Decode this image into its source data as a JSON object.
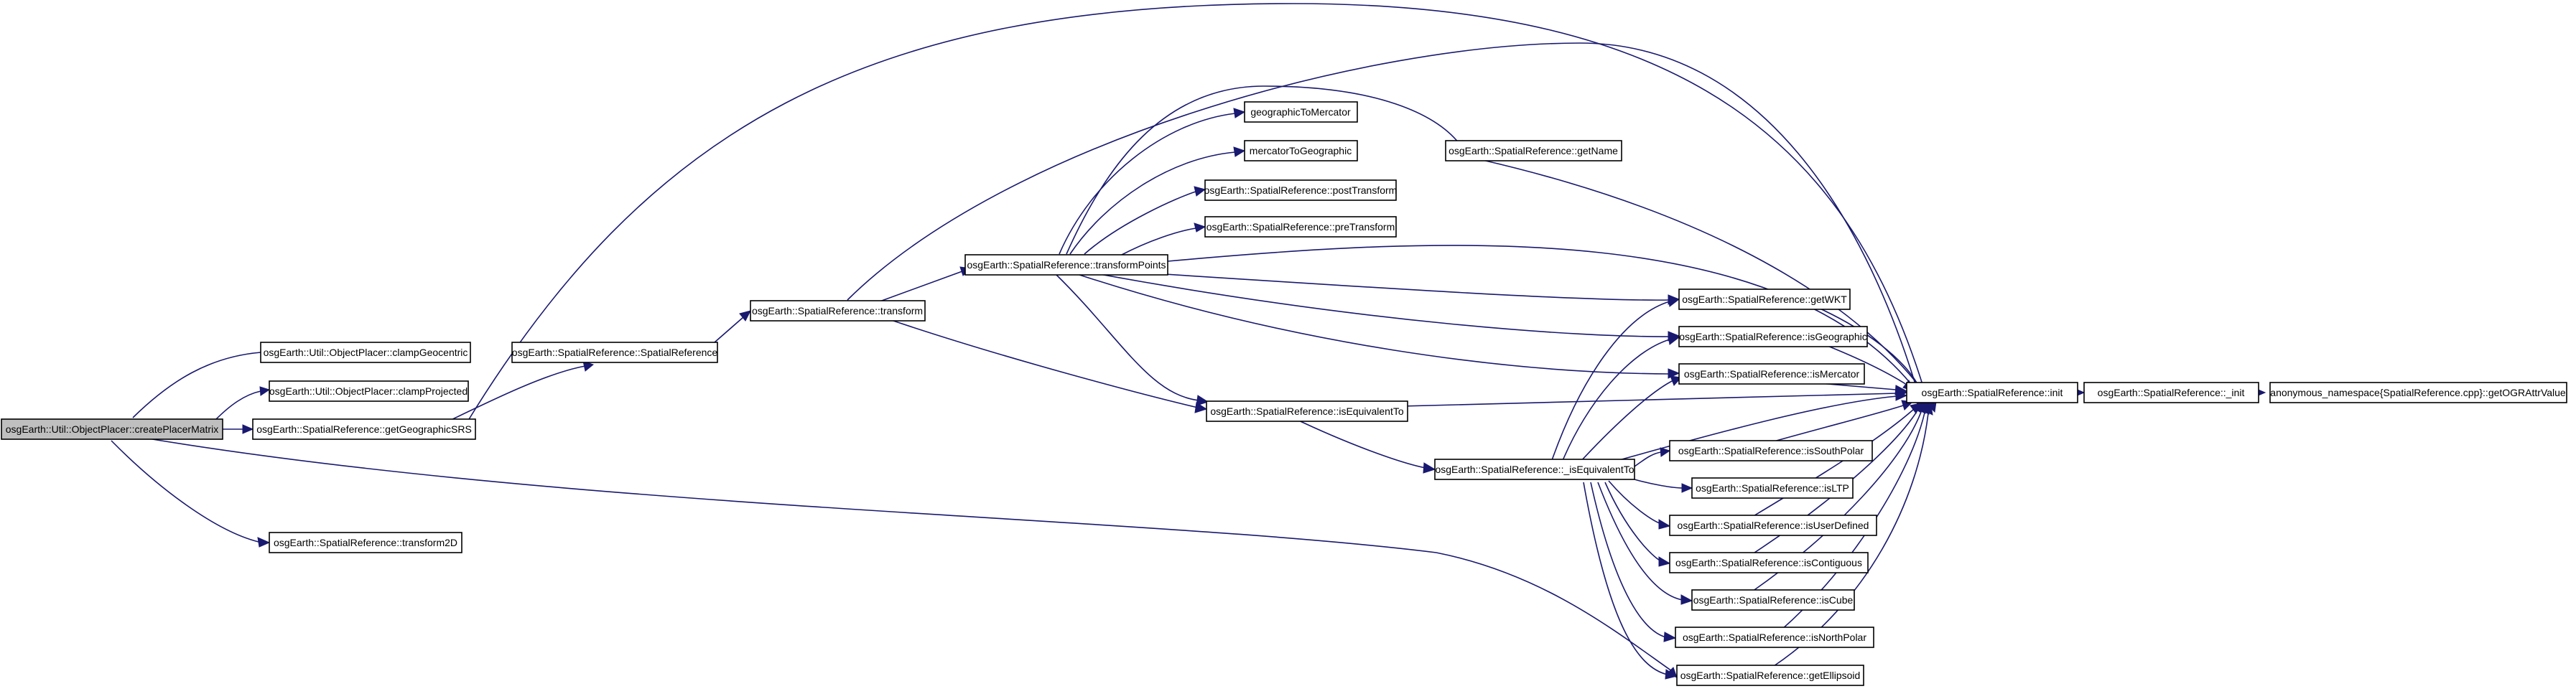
{
  "colors": {
    "root_fill": "#bfbfbf",
    "node_fill": "#ffffff",
    "edge": "#191970",
    "border": "#000000"
  },
  "nodes": {
    "createPlacerMatrix": "osgEarth::Util::ObjectPlacer::createPlacerMatrix",
    "clampGeocentric": "osgEarth::Util::ObjectPlacer::clampGeocentric",
    "clampProjected": "osgEarth::Util::ObjectPlacer::clampProjected",
    "getGeographicSRS": "osgEarth::SpatialReference::getGeographicSRS",
    "transform2D": "osgEarth::SpatialReference::transform2D",
    "SpatialReference": "osgEarth::SpatialReference::SpatialReference",
    "transform": "osgEarth::SpatialReference::transform",
    "transformPoints": "osgEarth::SpatialReference::transformPoints",
    "isEquivalentTo": "osgEarth::SpatialReference::isEquivalentTo",
    "geographicToMercator": "geographicToMercator",
    "mercatorToGeographic": "mercatorToGeographic",
    "postTransform": "osgEarth::SpatialReference::postTransform",
    "preTransform": "osgEarth::SpatialReference::preTransform",
    "getName": "osgEarth::SpatialReference::getName",
    "_isEquivalentTo": "osgEarth::SpatialReference::_isEquivalentTo",
    "getWKT": "osgEarth::SpatialReference::getWKT",
    "isGeographic": "osgEarth::SpatialReference::isGeographic",
    "isMercator": "osgEarth::SpatialReference::isMercator",
    "isSouthPolar": "osgEarth::SpatialReference::isSouthPolar",
    "isLTP": "osgEarth::SpatialReference::isLTP",
    "isUserDefined": "osgEarth::SpatialReference::isUserDefined",
    "isContiguous": "osgEarth::SpatialReference::isContiguous",
    "isCube": "osgEarth::SpatialReference::isCube",
    "isNorthPolar": "osgEarth::SpatialReference::isNorthPolar",
    "getEllipsoid": "osgEarth::SpatialReference::getEllipsoid",
    "init": "osgEarth::SpatialReference::init",
    "_init": "osgEarth::SpatialReference::_init",
    "getOGRAttrValue": "anonymous_namespace{SpatialReference.cpp}::getOGRAttrValue"
  }
}
